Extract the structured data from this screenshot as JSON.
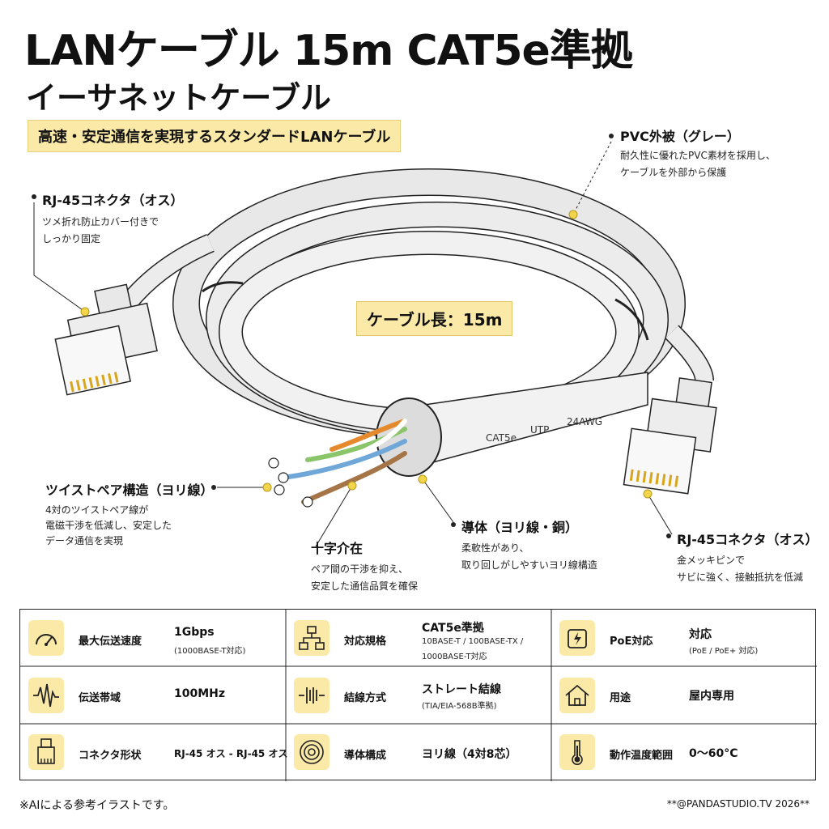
{
  "title": {
    "line1": "LANケーブル 15m CAT5e準拠",
    "line2": "イーサネットケーブル"
  },
  "banner": "高速・安定通信を実現するスタンダードLANケーブル",
  "length_badge": "ケーブル長：15m",
  "cable_print": {
    "text1": "CAT5e",
    "text2": "UTP",
    "text3": "24AWG"
  },
  "callouts": {
    "rj45_left": {
      "title": "RJ-45コネクタ（オス）",
      "desc1": "ツメ折れ防止カバー付きで",
      "desc2": "しっかり固定"
    },
    "pvc": {
      "title": "PVC外被（グレー）",
      "desc1": "耐久性に優れたPVC素材を採用し、",
      "desc2": "ケーブルを外部から保護"
    },
    "twisted": {
      "title": "ツイストペア構造（ヨリ線）",
      "desc1": "4対のツイストペア線が",
      "desc2": "電磁干渉を低減し、安定した",
      "desc3": "データ通信を実現"
    },
    "cross": {
      "title": "十字介在",
      "desc1": "ペア間の干渉を抑え、",
      "desc2": "安定した通信品質を確保"
    },
    "conductor": {
      "title": "導体（ヨリ線・銅）",
      "desc1": "柔軟性があり、",
      "desc2": "取り回しがしやすいヨリ線構造"
    },
    "rj45_right": {
      "title": "RJ-45コネクタ（オス）",
      "desc1": "金メッキピンで",
      "desc2": "サビに強く、接触抵抗を低減"
    }
  },
  "specs": [
    {
      "icon": "speedometer-icon",
      "label": "最大伝送速度",
      "value": "1Gbps",
      "note1": "(1000BASE-T対応)",
      "note2": ""
    },
    {
      "icon": "network-hierarchy-icon",
      "label": "対応規格",
      "value": "CAT5e準拠",
      "note1": "10BASE-T / 100BASE-TX /",
      "note2": "1000BASE-T対応"
    },
    {
      "icon": "poe-power-icon",
      "label": "PoE対応",
      "value": "対応",
      "note1": "(PoE / PoE+ 対応)",
      "note2": ""
    },
    {
      "icon": "waveform-icon",
      "label": "伝送帯域",
      "value": "100MHz",
      "note1": "",
      "note2": ""
    },
    {
      "icon": "wiring-icon",
      "label": "結線方式",
      "value": "ストレート結線",
      "note1": "(TIA/EIA-568B準拠)",
      "note2": ""
    },
    {
      "icon": "house-icon",
      "label": "用途",
      "value": "屋内専用",
      "note1": "",
      "note2": ""
    },
    {
      "icon": "connector-icon",
      "label": "コネクタ形状",
      "value": "RJ-45 オス - RJ-45 オス",
      "note1": "",
      "note2": ""
    },
    {
      "icon": "concentric-circles-icon",
      "label": "導体構成",
      "value": "ヨリ線（4対8芯）",
      "note1": "",
      "note2": ""
    },
    {
      "icon": "thermometer-icon",
      "label": "動作温度範囲",
      "value": "0〜60°C",
      "note1": "",
      "note2": ""
    }
  ],
  "footer": {
    "left": "※AIによる参考イラストです。",
    "right": "**@PANDASTUDIO.TV 2026**"
  },
  "colors": {
    "highlight": "#fbe9a8",
    "accent_dot": "#f2d54a",
    "cable": "#e6e6e6",
    "outline": "#222222"
  }
}
